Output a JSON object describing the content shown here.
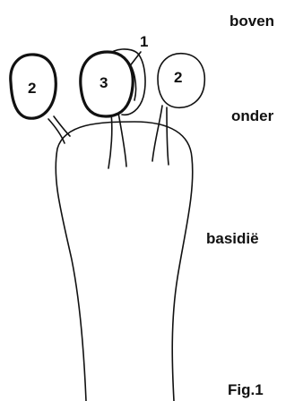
{
  "labels": {
    "top": "boven",
    "bottom": "onder",
    "basidium": "basidië",
    "figure": "Fig.1"
  },
  "spores": {
    "left": "2",
    "center": "3",
    "right": "2",
    "pointer": "1"
  }
}
